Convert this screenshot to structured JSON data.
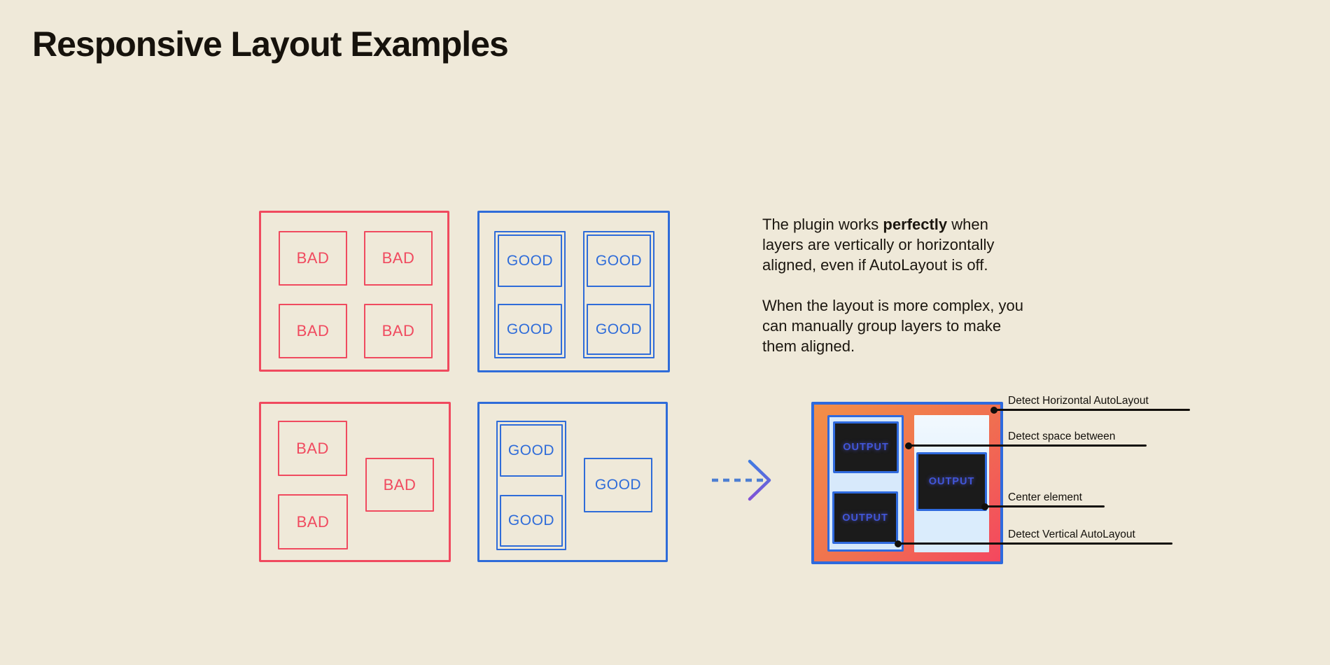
{
  "title": "Responsive Layout Examples",
  "description": {
    "p1_line1_prefix": "The plugin works ",
    "p1_line1_bold": "perfectly",
    "p1_line1_suffix": " when",
    "p1_line2": "layers are vertically or horizontally",
    "p1_line3": "aligned, even if AutoLayout is off.",
    "p2_line1": "When the layout is more complex, you",
    "p2_line2": "can manually group layers to make",
    "p2_line3": "them aligned."
  },
  "examples": {
    "bad_label": "BAD",
    "good_label": "GOOD",
    "output_label": "OUTPUT"
  },
  "annotations": [
    {
      "label": "Detect Horizontal AutoLayout"
    },
    {
      "label": "Detect space between"
    },
    {
      "label": "Center element"
    },
    {
      "label": "Detect Vertical AutoLayout"
    }
  ],
  "colors": {
    "background": "#EFE9D9",
    "bad_red": "#F04A5F",
    "good_blue": "#2F6CD9",
    "output_frame_blue": "#2E6ADE",
    "output_gradient_start": "#F28F47",
    "output_gradient_end": "#F4475F",
    "panel_light_blue": "#D7E9FB",
    "dark_box": "#1B1B1B",
    "output_text_blue": "#4156D8",
    "text_dark": "#1B160F",
    "annotation_black": "#120F0B",
    "arrow_blue": "#4E7FD2",
    "arrow_purple": "#8252D6"
  }
}
